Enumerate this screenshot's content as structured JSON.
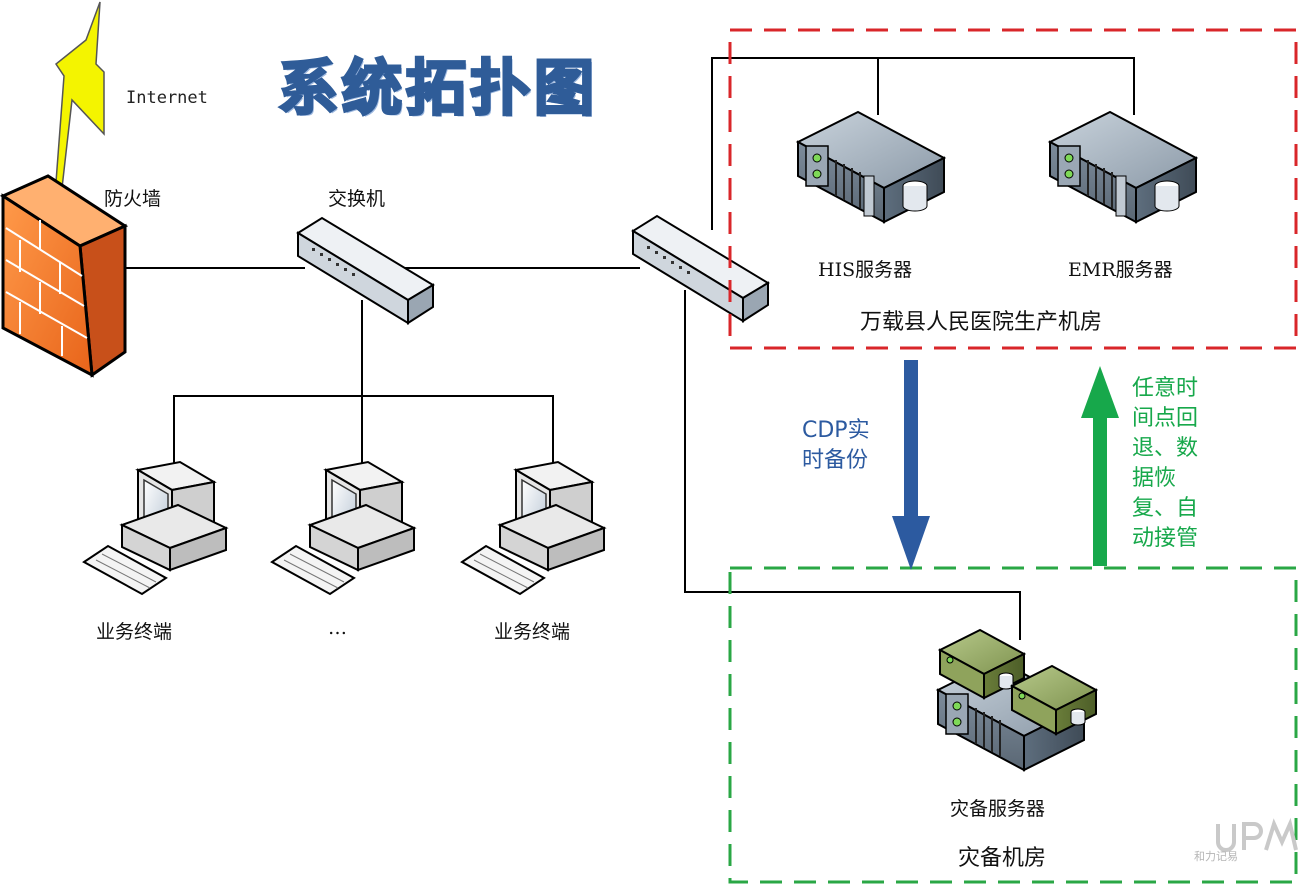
{
  "title": "系统拓扑图",
  "labels": {
    "internet": "Internet",
    "firewall": "防火墙",
    "switch": "交换机",
    "terminal_left": "业务终端",
    "terminal_middle": "…",
    "terminal_right": "业务终端",
    "his_server": "HIS服务器",
    "emr_server": "EMR服务器",
    "production_room": "万载县人民医院生产机房",
    "dr_server": "灾备服务器",
    "dr_room": "灾备机房",
    "watermark": "和力记易"
  },
  "arrows": {
    "cdp_line1": "CDP实",
    "cdp_line2": "时备份",
    "restore_lines": [
      "任意时",
      "间点回",
      "退、数",
      "据恢",
      "复、自",
      "动接管"
    ]
  },
  "colors": {
    "production_border": "#d9262a",
    "dr_border": "#2aa745",
    "cdp_arrow": "#2c5aa0",
    "restore_arrow": "#17a84b"
  }
}
